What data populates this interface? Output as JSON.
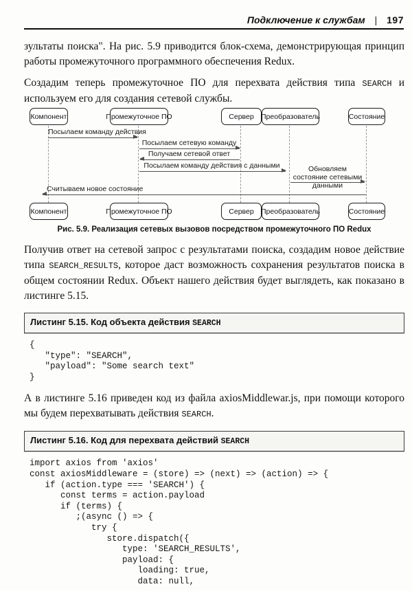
{
  "header": {
    "running_title": "Подключение к службам",
    "separator": "|",
    "page_number": "197"
  },
  "paragraphs": {
    "p1": "зультаты поиска\". На рис. 5.9 приводится блок-схема, демонстрирующая принцип работы промежуточного программного обеспечения Redux.",
    "p2_part1": "Создадим теперь промежуточное ПО для перехвата действия типа ",
    "p2_mono": "SEARCH",
    "p2_part2": " и используем его для создания сетевой службы.",
    "p3_part1": "Получив ответ на сетевой запрос с результатами поиска, создадим новое действие типа ",
    "p3_mono": "SEARCH_RESULTS",
    "p3_part2": ", которое даст возможность сохранения результатов поиска в общем состоянии Redux. Объект нашего действия будет выглядеть, как показано в листинге 5.15.",
    "p4_part1": "А в листинге 5.16 приведен код из файла axiosMiddlewar.js, при помощи которого мы будем перехватывать действия ",
    "p4_mono": "SEARCH",
    "p4_part2": "."
  },
  "diagram": {
    "actors": [
      "Компонент",
      "Промежуточное ПО",
      "Сервер",
      "Преобразователь",
      "Состояние"
    ],
    "messages": [
      "Посылаем команду действия",
      "Посылаем сетевую команду",
      "Получаем сетевой ответ",
      "Посылаем команду действия с данными",
      "Обновляем состояние сетевыми данными",
      "Считываем новое состояние"
    ],
    "caption": "Рис. 5.9. Реализация сетевых вызовов посредством промежуточного ПО Redux"
  },
  "listing_5_15": {
    "title_text": "Листинг 5.15. Код объекта действия ",
    "title_mono": "SEARCH",
    "code": "{\n   \"type\": \"SEARCH\",\n   \"payload\": \"Some search text\"\n}"
  },
  "listing_5_16": {
    "title_text": "Листинг 5.16. Код для перехвата действий ",
    "title_mono": "SEARCH",
    "code": "import axios from 'axios'\nconst axiosMiddleware = (store) => (next) => (action) => {\n   if (action.type === 'SEARCH') {\n      const terms = action.payload\n      if (terms) {\n         ;(async () => {\n            try {\n               store.dispatch({\n                  type: 'SEARCH_RESULTS',\n                  payload: {\n                     loading: true,\n                     data: null,"
  }
}
